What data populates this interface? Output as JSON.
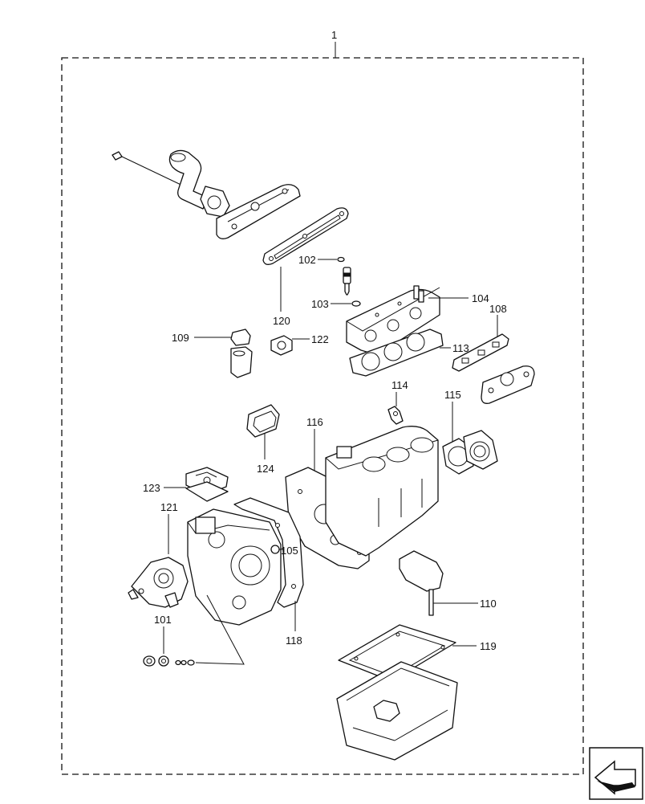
{
  "diagram": {
    "callouts": {
      "kit": "1",
      "p101": "101",
      "p102": "102",
      "p103": "103",
      "p104": "104",
      "p105": "105",
      "p108": "108",
      "p109": "109",
      "p110": "110",
      "p113": "113",
      "p114": "114",
      "p115": "115",
      "p116": "116",
      "p118": "118",
      "p119": "119",
      "p120": "120",
      "p121": "121",
      "p122": "122",
      "p123": "123",
      "p124": "124"
    },
    "icons": {
      "navigation": "next-page-arrow-icon"
    }
  }
}
